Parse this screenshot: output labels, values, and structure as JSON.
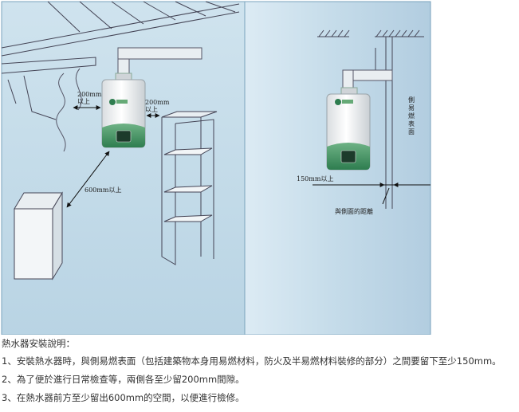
{
  "figure": {
    "left": {
      "clearance_side_label": "200mm\n以上",
      "clearance_shelf_label": "200mm\n以上",
      "clearance_front_label": "600mm以上"
    },
    "right": {
      "combustible_surface_label": "側\n易\n燃\n表\n面",
      "clearance_label": "150mm以上",
      "distance_label": "與側面的距離"
    }
  },
  "notes": {
    "heading": "熱水器安裝說明：",
    "items": [
      "1、安裝熱水器時，與側易燃表面（包括建築物本身用易燃材料，防火及半易燃材料裝修的部分）之間要留下至少150mm。",
      "2、為了便於進行日常檢查等，兩側各至少留200mm間隙。",
      "3、在熱水器前方至少留出600mm的空間，以便進行檢修。"
    ]
  }
}
